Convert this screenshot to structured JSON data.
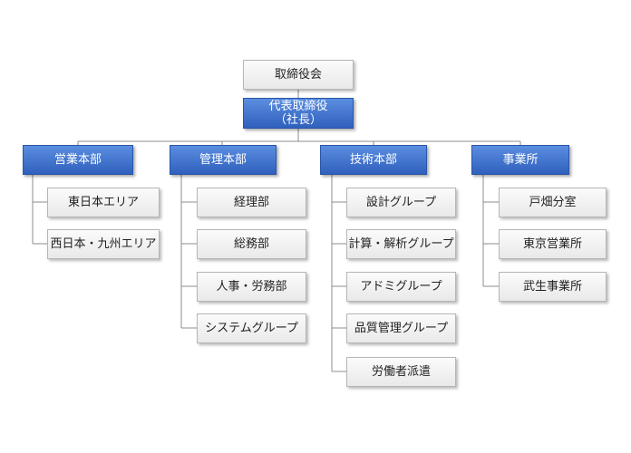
{
  "board": {
    "label": "取締役会"
  },
  "president": {
    "label": "代表取締役\n（社長）"
  },
  "divisions": [
    {
      "label": "営業本部",
      "children": [
        "東日本エリア",
        "西日本・九州エリア"
      ]
    },
    {
      "label": "管理本部",
      "children": [
        "経理部",
        "総務部",
        "人事・労務部",
        "システムグループ"
      ]
    },
    {
      "label": "技術本部",
      "children": [
        "設計グループ",
        "計算・解析グループ",
        "アドミグループ",
        "品質管理グループ",
        "労働者派遣"
      ]
    },
    {
      "label": "事業所",
      "children": [
        "戸畑分室",
        "東京営業所",
        "武生事業所"
      ]
    }
  ],
  "colors": {
    "blue_top": "#5b8ee0",
    "blue_bottom": "#2f60bd",
    "gray_border": "#b6b6b6",
    "connector": "#8c8c8c"
  }
}
